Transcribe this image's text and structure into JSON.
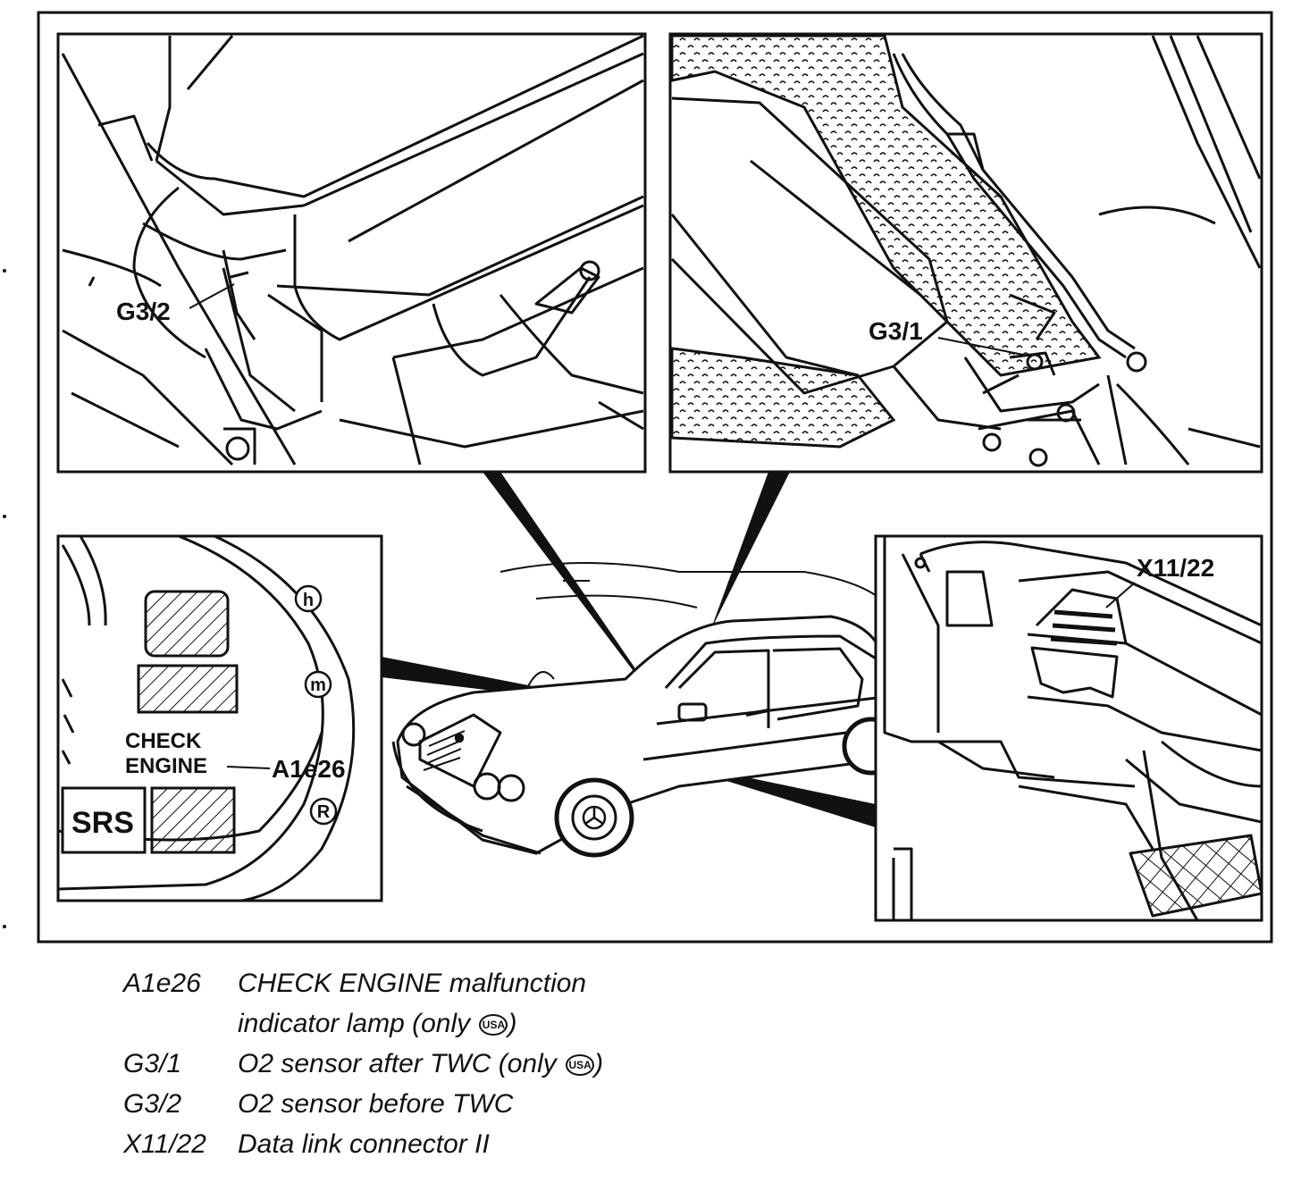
{
  "callouts": {
    "g3_2": "G3/2",
    "g3_1": "G3/1",
    "x11_22": "X11/22",
    "a1e26": "A1e26"
  },
  "cluster": {
    "check": "CHECK",
    "engine": "ENGINE",
    "srs": "SRS",
    "h": "h",
    "m": "m",
    "r": "R"
  },
  "legend": {
    "items": [
      {
        "code": "A1e26",
        "text": "CHECK ENGINE malfunction"
      },
      {
        "code": "",
        "text": "indicator lamp (only",
        "badge": "USA",
        "close": ")"
      },
      {
        "code": "G3/1",
        "text": "O2 sensor after TWC (only",
        "badge": "USA",
        "close": ")"
      },
      {
        "code": "G3/2",
        "text": "O2 sensor before TWC"
      },
      {
        "code": "X11/22",
        "text": "Data link connector II"
      }
    ]
  },
  "icons": [
    "mercedes-star-icon",
    "usa-badge-icon"
  ]
}
